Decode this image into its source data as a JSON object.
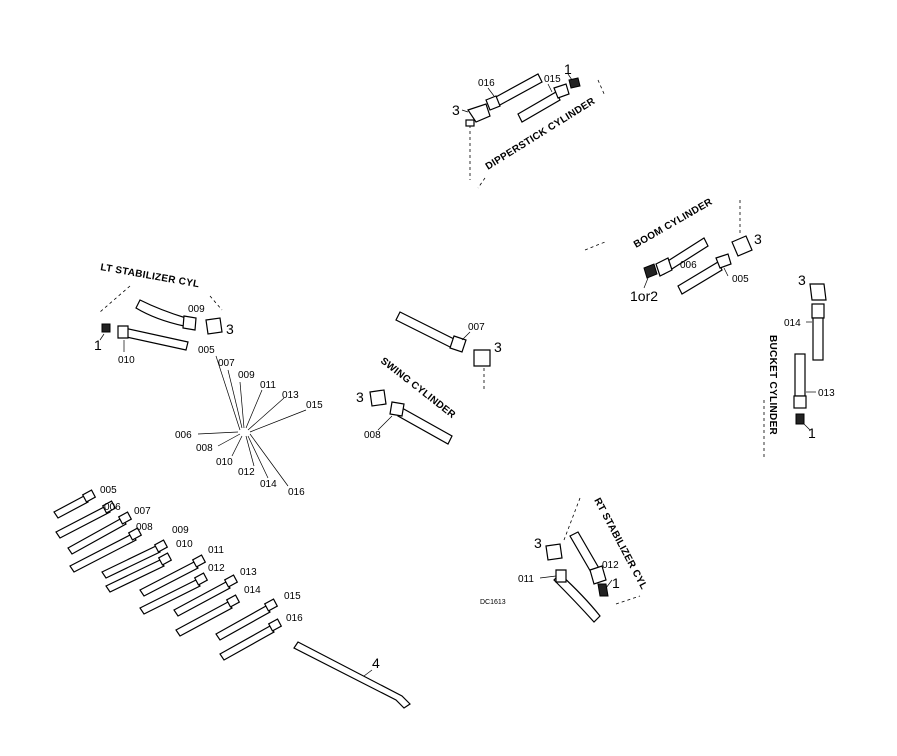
{
  "labels": {
    "dipperstick": "DIPPERSTICK CYLINDER",
    "boom": "BOOM CYLINDER",
    "lt_stab": "LT STABILIZER CYL",
    "swing": "SWING CYLINDER",
    "bucket": "BUCKET CYLINDER",
    "rt_stab": "RT STABILIZER CYL"
  },
  "code": "DC1613",
  "refs": {
    "one": "1",
    "three": "3",
    "four": "4",
    "one_or_two": "1or2"
  },
  "parts": {
    "p005": "005",
    "p006": "006",
    "p007": "007",
    "p008": "008",
    "p009": "009",
    "p010": "010",
    "p011": "011",
    "p012": "012",
    "p013": "013",
    "p014": "014",
    "p015": "015",
    "p016": "016"
  }
}
